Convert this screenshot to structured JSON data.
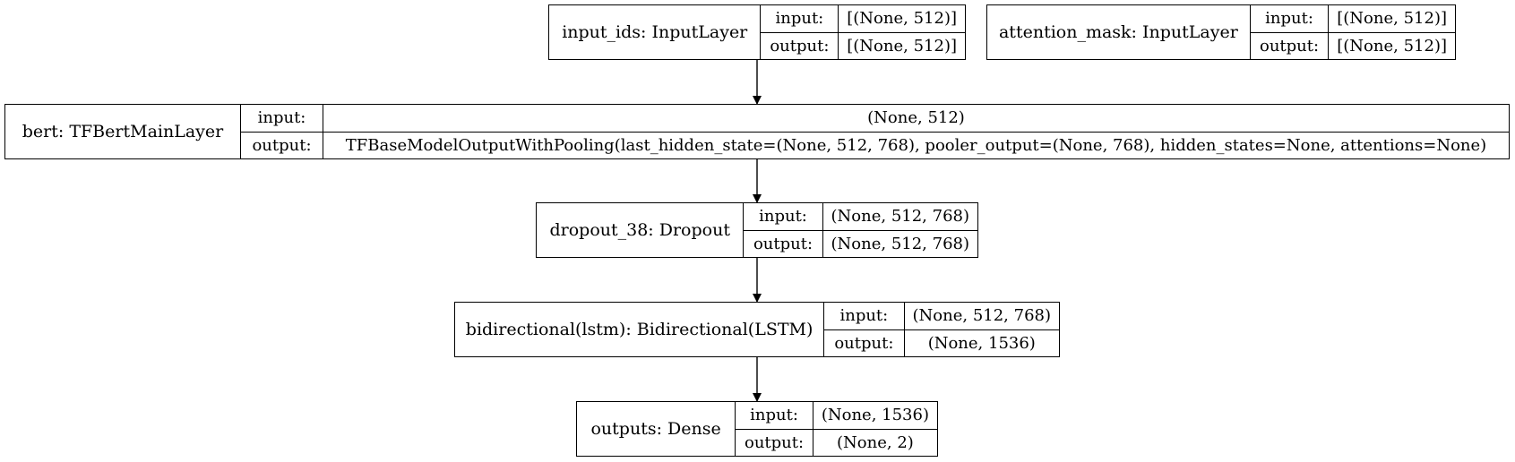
{
  "nodes": {
    "input_ids": {
      "label": "input_ids: InputLayer",
      "input_label": "input:",
      "output_label": "output:",
      "input_value": "[(None, 512)]",
      "output_value": "[(None, 512)]"
    },
    "attention_mask": {
      "label": "attention_mask: InputLayer",
      "input_label": "input:",
      "output_label": "output:",
      "input_value": "[(None, 512)]",
      "output_value": "[(None, 512)]"
    },
    "bert": {
      "label": "bert: TFBertMainLayer",
      "input_label": "input:",
      "output_label": "output:",
      "input_value": "(None, 512)",
      "output_value": "TFBaseModelOutputWithPooling(last_hidden_state=(None, 512, 768), pooler_output=(None, 768), hidden_states=None, attentions=None)"
    },
    "dropout": {
      "label": "dropout_38: Dropout",
      "input_label": "input:",
      "output_label": "output:",
      "input_value": "(None, 512, 768)",
      "output_value": "(None, 512, 768)"
    },
    "bilstm": {
      "label": "bidirectional(lstm): Bidirectional(LSTM)",
      "input_label": "input:",
      "output_label": "output:",
      "input_value": "(None, 512, 768)",
      "output_value": "(None, 1536)"
    },
    "outputs": {
      "label": "outputs: Dense",
      "input_label": "input:",
      "output_label": "output:",
      "input_value": "(None, 1536)",
      "output_value": "(None, 2)"
    }
  },
  "edges": [
    {
      "from": "input_ids",
      "to": "bert"
    },
    {
      "from": "bert",
      "to": "dropout"
    },
    {
      "from": "dropout",
      "to": "bilstm"
    },
    {
      "from": "bilstm",
      "to": "outputs"
    }
  ]
}
